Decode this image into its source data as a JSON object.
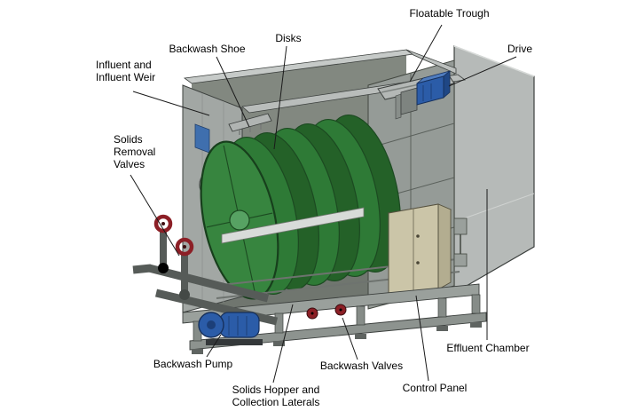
{
  "figure": {
    "labels": {
      "floatable_trough": "Floatable Trough",
      "drive": "Drive",
      "disks": "Disks",
      "backwash_shoe": "Backwash Shoe",
      "influent": [
        "Influent and",
        "Influent Weir"
      ],
      "solids_removal_valves": [
        "Solids",
        "Removal",
        "Valves"
      ],
      "backwash_pump": "Backwash Pump",
      "solids_hopper": [
        "Solids Hopper and",
        "Collection Laterals"
      ],
      "backwash_valves": "Backwash Valves",
      "control_panel": "Control Panel",
      "effluent_chamber": "Effluent Chamber"
    },
    "colors": {
      "disk_green": "#2e7a36",
      "disk_green_dark": "#246128",
      "disk_green_front": "#37853f",
      "disk_hub": "#57a263",
      "pump_blue": "#2b5ca8",
      "valve_red": "#8c1f26",
      "panel_tan": "#cbc5a8",
      "panel_tan_side": "#b3ad90",
      "body_gray": "#a2a7a4",
      "leader_line": "#1a1a1a"
    }
  }
}
